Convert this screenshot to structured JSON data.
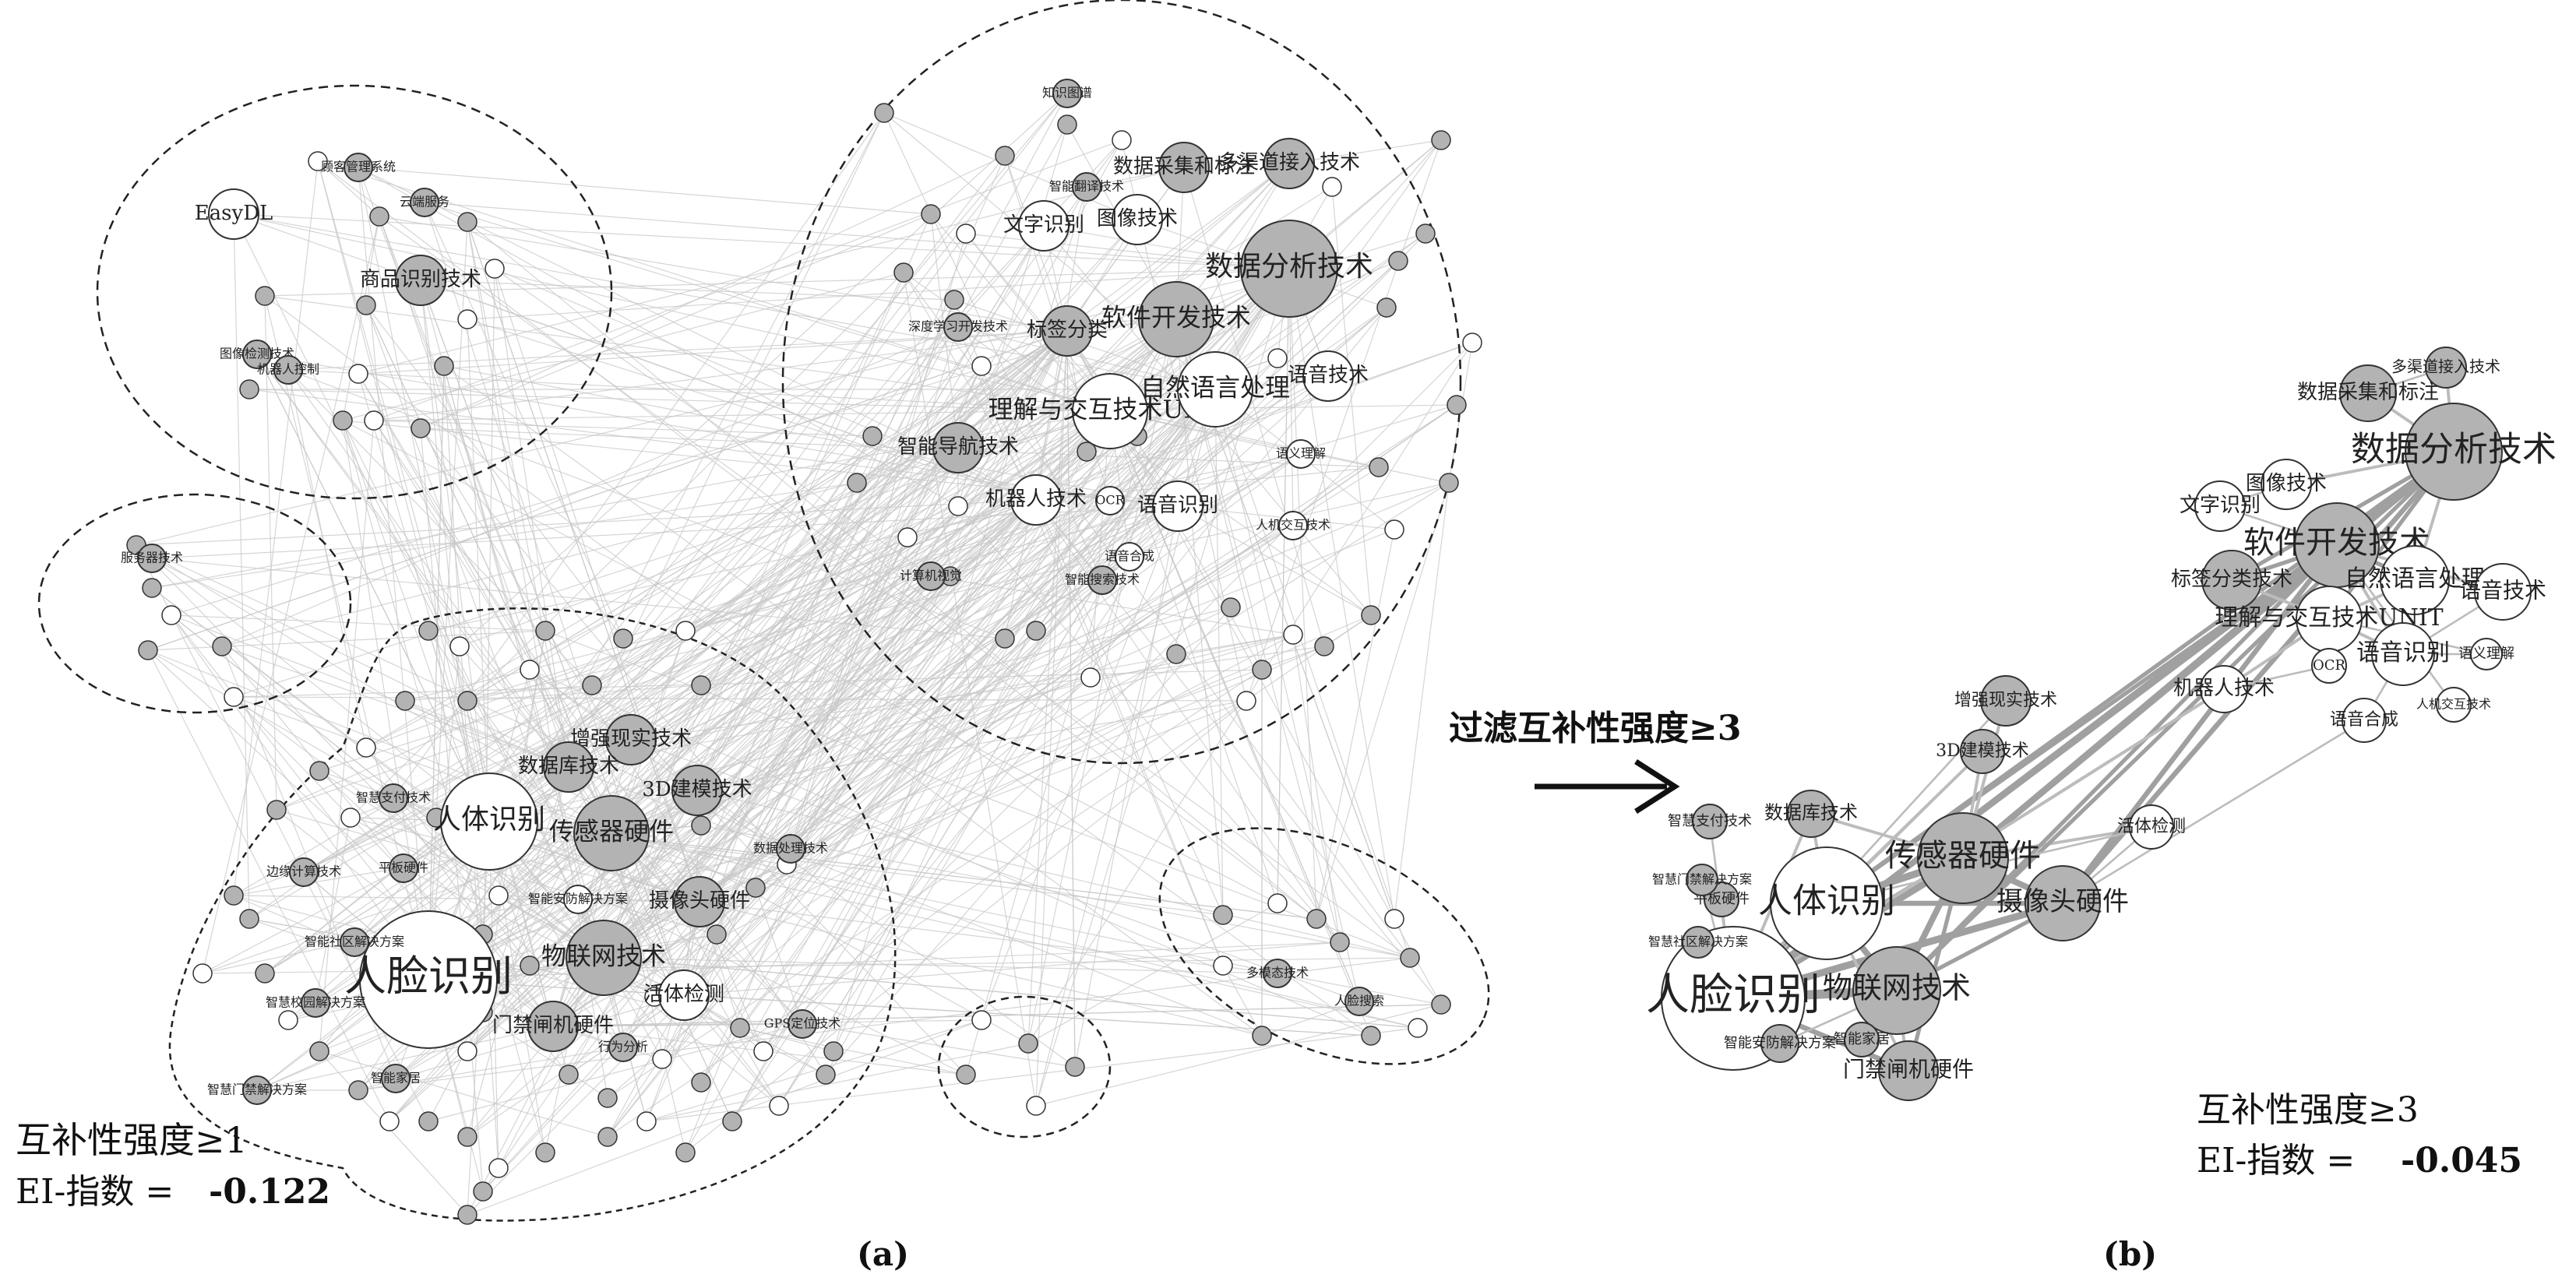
{
  "panel_a": {
    "label": "(a)",
    "strength_text": "互补性强度≥1",
    "ei_text": "EI-指数 =",
    "ei_value": "-0.122",
    "nodes": [
      {
        "t": "人脸识别",
        "r": "xl",
        "c": "w"
      },
      {
        "t": "人体识别",
        "r": "l",
        "c": "w"
      },
      {
        "t": "传感器硬件",
        "r": "m",
        "c": "g"
      },
      {
        "t": "物联网技术",
        "r": "m",
        "c": "g"
      },
      {
        "t": "摄像头硬件",
        "r": "s",
        "c": "g"
      },
      {
        "t": "数据分析技术",
        "r": "l",
        "c": "g"
      },
      {
        "t": "软件开发技术",
        "r": "m",
        "c": "g"
      },
      {
        "t": "理解与交互技术UNIT",
        "r": "m",
        "c": "w"
      },
      {
        "t": "自然语言处理",
        "r": "m",
        "c": "w"
      },
      {
        "t": "语音技术",
        "r": "s",
        "c": "w"
      },
      {
        "t": "语音识别",
        "r": "s",
        "c": "w"
      },
      {
        "t": "机器人技术",
        "r": "s",
        "c": "w"
      },
      {
        "t": "OCR",
        "r": "t",
        "c": "w"
      },
      {
        "t": "语音合成",
        "r": "t",
        "c": "w"
      },
      {
        "t": "标签分类",
        "r": "s",
        "c": "g"
      },
      {
        "t": "文字识别",
        "r": "s",
        "c": "w"
      },
      {
        "t": "图像技术",
        "r": "s",
        "c": "w"
      },
      {
        "t": "数据采集和标注",
        "r": "s",
        "c": "g"
      },
      {
        "t": "多渠道接入技术",
        "r": "s",
        "c": "g"
      },
      {
        "t": "智能导航技术",
        "r": "s",
        "c": "g"
      },
      {
        "t": "增强现实技术",
        "r": "s",
        "c": "g"
      },
      {
        "t": "3D建模技术",
        "r": "s",
        "c": "g"
      },
      {
        "t": "数据库技术",
        "r": "s",
        "c": "g"
      },
      {
        "t": "门禁闸机硬件",
        "r": "s",
        "c": "g"
      },
      {
        "t": "活体检测",
        "r": "s",
        "c": "w"
      },
      {
        "t": "智能安防解决方案",
        "r": "t",
        "c": "w"
      },
      {
        "t": "EasyDL",
        "r": "s",
        "c": "w"
      },
      {
        "t": "商品识别技术",
        "r": "s",
        "c": "g"
      },
      {
        "t": "智慧支付技术",
        "r": "t",
        "c": "g"
      },
      {
        "t": "数据处理技术",
        "r": "t",
        "c": "g"
      },
      {
        "t": "服务器技术",
        "r": "t",
        "c": "g"
      },
      {
        "t": "GPS定位技术",
        "r": "t",
        "c": "g"
      },
      {
        "t": "人机交互技术",
        "r": "t",
        "c": "w"
      },
      {
        "t": "语义理解",
        "r": "t",
        "c": "w"
      },
      {
        "t": "深度学习开发技术",
        "r": "t",
        "c": "g"
      },
      {
        "t": "智能翻译技术",
        "r": "t",
        "c": "g"
      },
      {
        "t": "计算机视觉",
        "r": "t",
        "c": "g"
      },
      {
        "t": "智能搜索技术",
        "r": "t",
        "c": "g"
      },
      {
        "t": "顾客管理系统",
        "r": "t",
        "c": "g"
      },
      {
        "t": "云端服务",
        "r": "t",
        "c": "g"
      },
      {
        "t": "图像检测技术",
        "r": "t",
        "c": "g"
      },
      {
        "t": "机器人控制",
        "r": "t",
        "c": "g"
      },
      {
        "t": "智能社区解决方案",
        "r": "t",
        "c": "g"
      },
      {
        "t": "智慧校园解决方案",
        "r": "t",
        "c": "g"
      },
      {
        "t": "边缘计算技术",
        "r": "t",
        "c": "g"
      },
      {
        "t": "平板硬件",
        "r": "t",
        "c": "g"
      },
      {
        "t": "智慧门禁解决方案",
        "r": "t",
        "c": "g"
      },
      {
        "t": "智能家居",
        "r": "t",
        "c": "g"
      },
      {
        "t": "知识图谱",
        "r": "t",
        "c": "g"
      },
      {
        "t": "行为分析",
        "r": "t",
        "c": "g"
      },
      {
        "t": "多模态技术",
        "r": "t",
        "c": "g"
      },
      {
        "t": "人脸搜索",
        "r": "t",
        "c": "g"
      }
    ]
  },
  "panel_b": {
    "label": "(b)",
    "arrow_text": "过滤互补性强度≥3",
    "strength_text": "互补性强度≥3",
    "ei_text": "EI-指数 =",
    "ei_value": "-0.045",
    "nodes": [
      {
        "t": "人脸识别",
        "c": "w"
      },
      {
        "t": "人体识别",
        "c": "w"
      },
      {
        "t": "传感器硬件",
        "c": "g"
      },
      {
        "t": "摄像头硬件",
        "c": "g"
      },
      {
        "t": "物联网技术",
        "c": "g"
      },
      {
        "t": "门禁闸机硬件",
        "c": "g"
      },
      {
        "t": "智能安防解决方案",
        "c": "g"
      },
      {
        "t": "数据库技术",
        "c": "g"
      },
      {
        "t": "3D建模技术",
        "c": "g"
      },
      {
        "t": "增强现实技术",
        "c": "g"
      },
      {
        "t": "活体检测",
        "c": "w"
      },
      {
        "t": "数据分析技术",
        "c": "g"
      },
      {
        "t": "软件开发技术",
        "c": "g"
      },
      {
        "t": "数据采集和标注",
        "c": "g"
      },
      {
        "t": "多渠道接入技术",
        "c": "g"
      },
      {
        "t": "图像技术",
        "c": "w"
      },
      {
        "t": "文字识别",
        "c": "w"
      },
      {
        "t": "标签分类技术",
        "c": "g"
      },
      {
        "t": "自然语言处理",
        "c": "w"
      },
      {
        "t": "语音技术",
        "c": "w"
      },
      {
        "t": "理解与交互技术UNIT",
        "c": "w"
      },
      {
        "t": "语音识别",
        "c": "w"
      },
      {
        "t": "语义理解",
        "c": "w"
      },
      {
        "t": "机器人技术",
        "c": "w"
      },
      {
        "t": "OCR",
        "c": "w"
      },
      {
        "t": "语音合成",
        "c": "w"
      },
      {
        "t": "人机交互技术",
        "c": "w"
      },
      {
        "t": "智慧支付技术",
        "c": "g"
      },
      {
        "t": "平板硬件",
        "c": "g"
      },
      {
        "t": "智慧社区解决方案",
        "c": "g"
      },
      {
        "t": "智慧门禁解决方案",
        "c": "g"
      },
      {
        "t": "智能家居",
        "c": "g"
      }
    ]
  },
  "colors": {
    "grey": "#b3b3b3",
    "white": "#ffffff",
    "edge": "#c8c8c8",
    "stroke": "#333333"
  }
}
